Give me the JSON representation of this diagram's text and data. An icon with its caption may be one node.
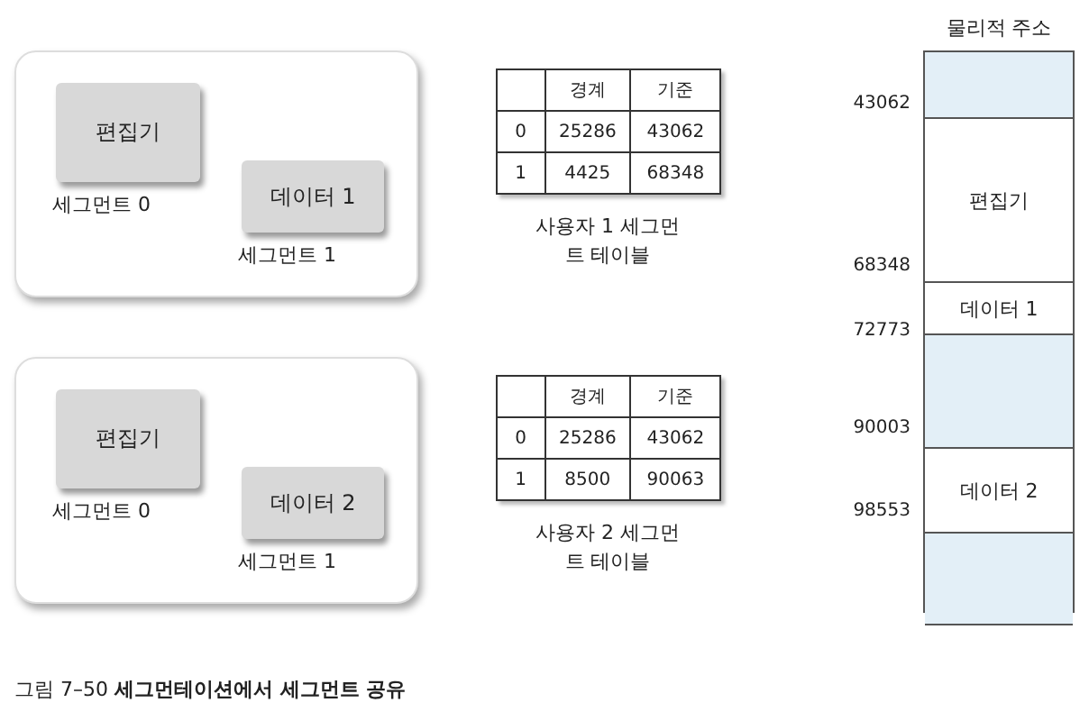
{
  "diagram": {
    "caption": "그림 7–50 **세그먼테이션에서 세그먼트 공유**",
    "nodes": [
      {
        "text": [],
        "shape": "box"
      },
      {
        "text": [
          "편집기"
        ],
        "beside": [
          "세그먼트 0"
        ],
        "in": 0
      },
      {
        "text": [
          "데이터 1"
        ],
        "beside": [
          "세그먼트 1"
        ],
        "in": 0
      },
      {
        "text": [],
        "shape": "box"
      },
      {
        "text": [
          "편집기"
        ],
        "beside": [
          "세그먼트 0"
        ],
        "in": 3
      },
      {
        "text": [
          "데이터 2"
        ],
        "beside": [
          "세그먼트 1"
        ],
        "in": 3
      },
      {
        "text": [
          "물리적 주소"
        ]
      },
      {
        "text": [],
        "shape": "box",
        "in": 6
      },
      {
        "text": [
          "편집기"
        ],
        "in": 6
      },
      {
        "text": [
          "데이터 1"
        ],
        "in": 6
      },
      {
        "text": [],
        "shape": "box",
        "in": 6
      },
      {
        "text": [
          "데이터 2"
        ],
        "in": 6
      },
      {
        "text": [],
        "shape": "box",
        "in": 6
      }
    ],
    "edges": [],
    "labels": [
      "경계",
      "기준",
      "0",
      "25286",
      "43062",
      "1",
      "4425",
      "68348",
      "사용자 1 세그먼트 테이블",
      "경계",
      "기준",
      "0",
      "25286",
      "43062",
      "1",
      "8500",
      "90063",
      "사용자 2 세그먼트 테이블",
      "43062",
      "68348",
      "72773",
      "90003",
      "98553"
    ]
  }
}
